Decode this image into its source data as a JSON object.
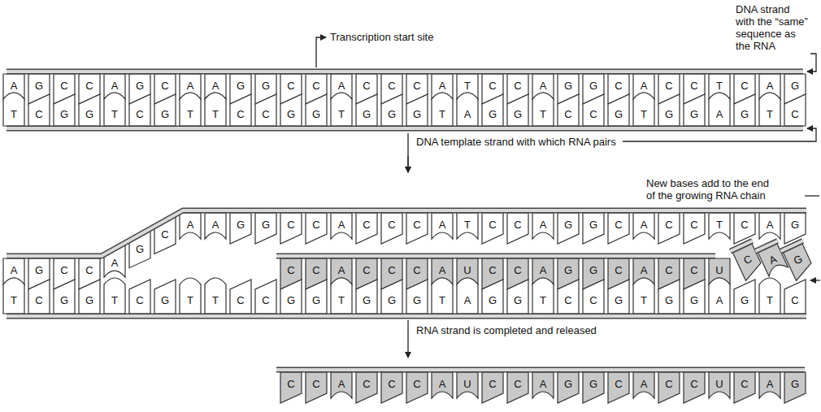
{
  "diagram": {
    "labels": [
      "Transcription start site",
      "DNA strand with the “same” sequence as the RNA",
      "DNA template strand with which RNA pairs",
      "New bases add to the end of the growing RNA chain",
      "RNA strand is completed and released",
      "A",
      "G",
      "C",
      "C",
      "A",
      "G",
      "C",
      "A",
      "A",
      "G",
      "G",
      "C",
      "C",
      "A",
      "C",
      "C",
      "C",
      "A",
      "T",
      "C",
      "C",
      "A",
      "G",
      "G",
      "C",
      "A",
      "C",
      "C",
      "T",
      "C",
      "A",
      "G",
      "T",
      "C",
      "G",
      "G",
      "T",
      "C",
      "G",
      "T",
      "T",
      "C",
      "C",
      "G",
      "G",
      "T",
      "G",
      "G",
      "G",
      "T",
      "A",
      "G",
      "G",
      "T",
      "C",
      "C",
      "G",
      "T",
      "G",
      "G",
      "A",
      "G",
      "T",
      "C",
      "A",
      "G",
      "C",
      "C",
      "A",
      "G",
      "C",
      "A",
      "A",
      "G",
      "G",
      "C",
      "C",
      "A",
      "C",
      "C",
      "C",
      "A",
      "T",
      "C",
      "C",
      "A",
      "G",
      "G",
      "C",
      "A",
      "C",
      "C",
      "T",
      "C",
      "A",
      "G",
      "C",
      "C",
      "A",
      "C",
      "C",
      "C",
      "A",
      "U",
      "C",
      "C",
      "A",
      "G",
      "G",
      "C",
      "A",
      "C",
      "C",
      "U",
      "C",
      "A",
      "G",
      "T",
      "C",
      "G",
      "G",
      "T",
      "C",
      "G",
      "T",
      "T",
      "C",
      "C",
      "G",
      "G",
      "T",
      "G",
      "G",
      "G",
      "T",
      "A",
      "G",
      "G",
      "T",
      "C",
      "C",
      "G",
      "T",
      "G",
      "G",
      "A",
      "G",
      "T",
      "C",
      "C",
      "C",
      "A",
      "C",
      "C",
      "C",
      "A",
      "U",
      "C",
      "C",
      "A",
      "G",
      "G",
      "C",
      "A",
      "C",
      "C",
      "U",
      "C",
      "A",
      "G"
    ]
  }
}
